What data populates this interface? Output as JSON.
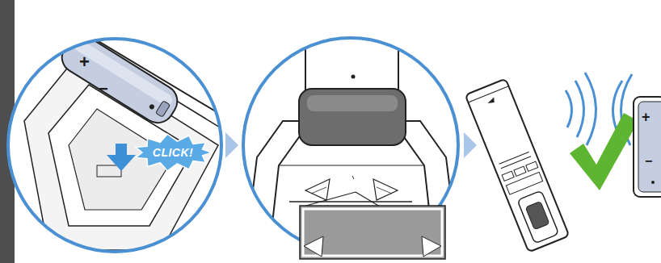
{
  "diagram": {
    "nodes": [
      {
        "text": [
          "CLICK!"
        ]
      }
    ],
    "labels": [
      "+",
      "−",
      "+",
      "−"
    ]
  }
}
